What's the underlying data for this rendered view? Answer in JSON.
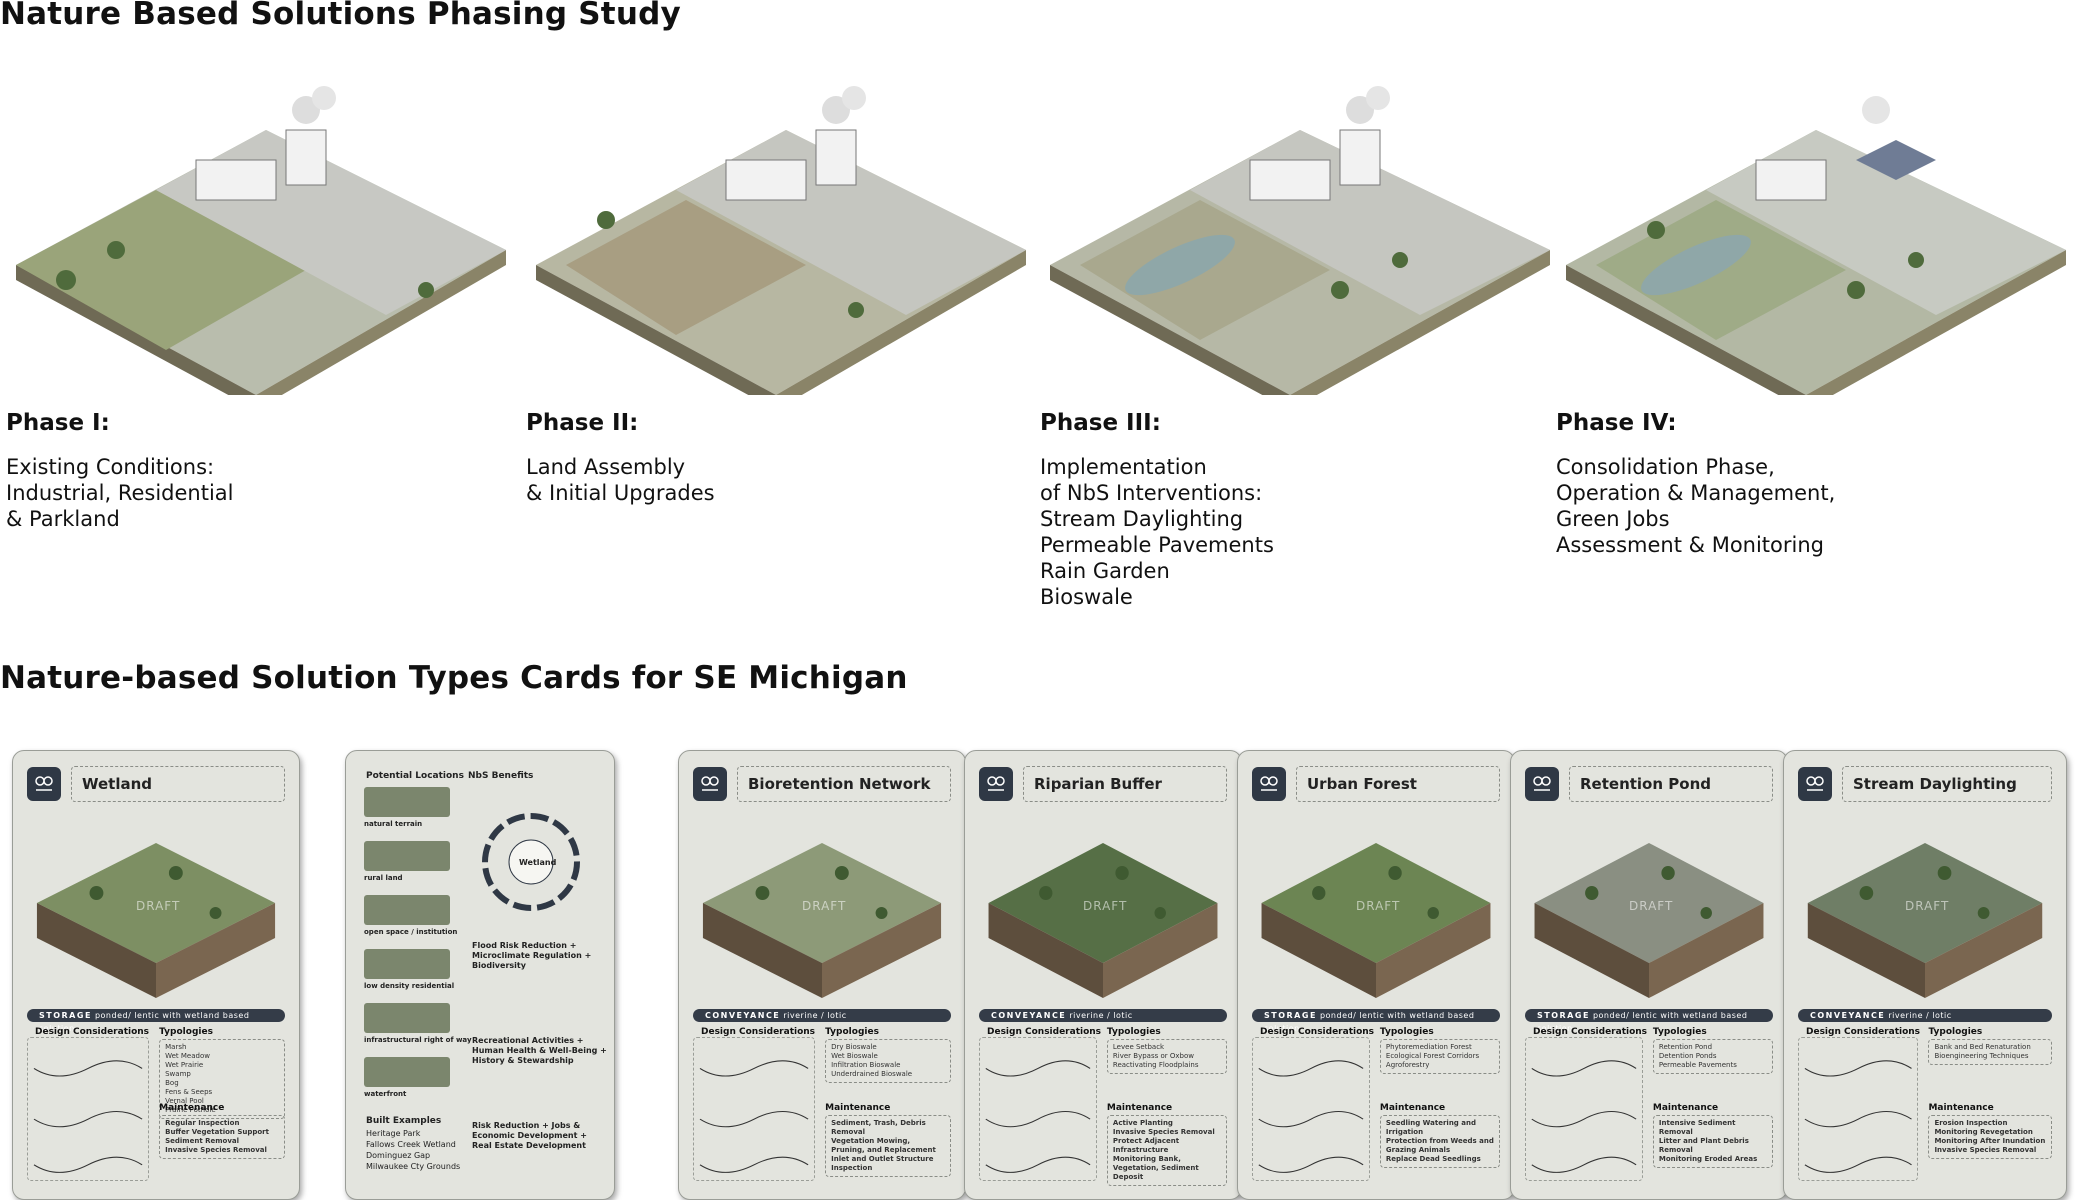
{
  "titles": {
    "phasing": "Nature Based Solutions Phasing Study",
    "cards": "Nature-based Solution Types Cards for SE Michigan"
  },
  "phases": [
    {
      "title": "Phase I:",
      "lines": [
        "Existing Conditions:",
        "Industrial, Residential",
        "& Parkland"
      ]
    },
    {
      "title": "Phase II:",
      "lines": [
        "Land Assembly",
        "& Initial Upgrades"
      ]
    },
    {
      "title": "Phase III:",
      "lines": [
        "Implementation",
        "of NbS Interventions:",
        "Stream Daylighting",
        "Permeable Pavements",
        "Rain Garden",
        "Bioswale"
      ]
    },
    {
      "title": "Phase IV:",
      "lines": [
        "Consolidation Phase,",
        "Operation & Management,",
        "Green Jobs",
        "Assessment & Monitoring"
      ]
    }
  ],
  "common": {
    "design_considerations": "Design Considerations",
    "typologies": "Typologies",
    "maintenance": "Maintenance",
    "draft": "DRAFT"
  },
  "cards": [
    {
      "name": "Wetland",
      "bar_type": "STORAGE",
      "bar_desc": "ponded/ lentic with wetland based solution",
      "typologies": [
        "Marsh",
        "Wet Meadow",
        "Wet Prairie",
        "Swamp",
        "Bog",
        "Fens & Seeps",
        "Vernal Pool",
        "Prairie Pothole"
      ],
      "maintenance": [
        "Regular Inspection",
        "Buffer Vegetation Support",
        "Sediment Removal",
        "Invasive Species Removal"
      ]
    },
    {
      "name": "Bioretention Network",
      "bar_type": "CONVEYANCE",
      "bar_desc": "riverine / lotic",
      "typologies": [
        "Dry Bioswale",
        "Wet Bioswale",
        "Infiltration Bioswale",
        "Underdrained Bioswale"
      ],
      "maintenance": [
        "Sediment, Trash, Debris Removal",
        "Vegetation Mowing, Pruning, and Replacement",
        "Inlet and Outlet Structure Inspection"
      ]
    },
    {
      "name": "Riparian Buffer",
      "bar_type": "CONVEYANCE",
      "bar_desc": "riverine / lotic",
      "typologies": [
        "Levee Setback",
        "River Bypass or Oxbow",
        "Reactivating Floodplains"
      ],
      "maintenance": [
        "Active Planting",
        "Invasive Species Removal",
        "Protect Adjacent Infrastructure",
        "Monitoring Bank, Vegetation, Sediment Deposit"
      ]
    },
    {
      "name": "Urban Forest",
      "bar_type": "STORAGE",
      "bar_desc": "ponded/ lentic with wetland based solution",
      "typologies": [
        "Phytoremediation Forest",
        "Ecological Forest Corridors",
        "Agroforestry"
      ],
      "maintenance": [
        "Seedling Watering and Irrigation",
        "Protection from Weeds and Grazing Animals",
        "Replace Dead Seedlings"
      ]
    },
    {
      "name": "Retention Pond",
      "bar_type": "STORAGE",
      "bar_desc": "ponded/ lentic with wetland based solution",
      "typologies": [
        "Retention Pond",
        "Detention Ponds",
        "Permeable Pavements"
      ],
      "maintenance": [
        "Intensive Sediment Removal",
        "Litter and Plant Debris Removal",
        "Monitoring Eroded Areas"
      ]
    },
    {
      "name": "Stream Daylighting",
      "bar_type": "CONVEYANCE",
      "bar_desc": "riverine / lotic",
      "typologies": [
        "Bank and Bed Renaturation",
        "Bioengineering Techniques"
      ],
      "maintenance": [
        "Erosion Inspection",
        "Monitoring Revegetation",
        "Monitoring After Inundation",
        "Invasive Species Removal"
      ]
    }
  ],
  "locations_card": {
    "potential_locations": "Potential Locations",
    "nbs_benefits": "NbS Benefits",
    "center": "Wetland",
    "locations": [
      "natural terrain",
      "rural land",
      "open space / institution",
      "low density residential",
      "infrastructural right of way",
      "waterfront"
    ],
    "benefit_lines": [
      "Flood Risk Reduction + Microclimate Regulation + Biodiversity",
      "Recreational Activities + Human Health & Well-Being + History & Stewardship",
      "Risk Reduction + Jobs & Economic Development + Real Estate Development"
    ],
    "built_examples": "Built Examples",
    "examples": [
      "Heritage Park",
      "Fallows Creek Wetland",
      "Dominguez Gap",
      "Milwaukee Cty Grounds"
    ]
  }
}
